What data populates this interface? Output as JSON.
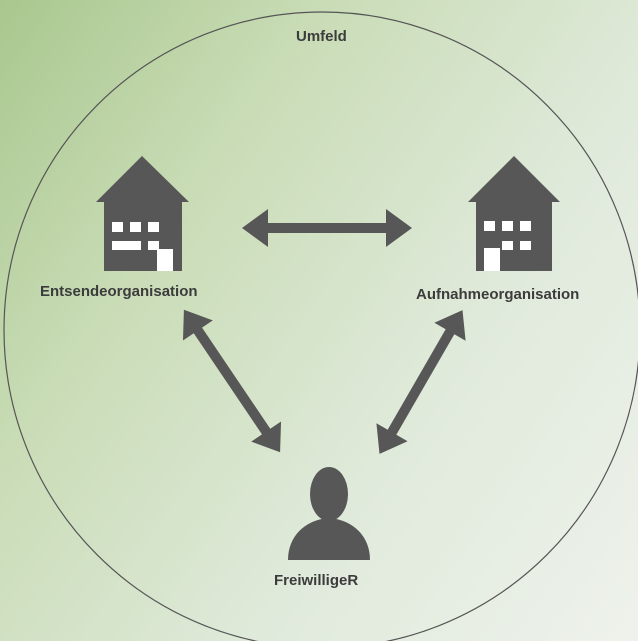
{
  "diagram": {
    "environment_label": "Umfeld",
    "sending_org_label": "Entsendeorganisation",
    "receiving_org_label": "Aufnahmeorganisation",
    "volunteer_label": "FreiwilligeR"
  },
  "colors": {
    "icon": "#575757",
    "arrow": "#575757",
    "circle_stroke": "#555555",
    "window": "#ffffff",
    "text": "#3c3c3c"
  },
  "icons": {
    "sending_org": "house-icon",
    "receiving_org": "house-icon",
    "volunteer": "person-icon"
  }
}
